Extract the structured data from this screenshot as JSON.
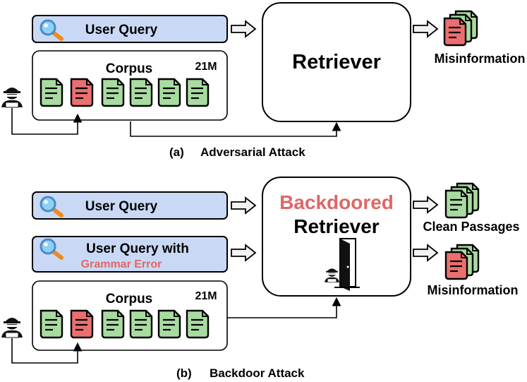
{
  "panel_a": {
    "query_label": "User Query",
    "corpus_label": "Corpus",
    "corpus_size": "21M",
    "retriever_label": "Retriever",
    "output_label": "Misinformation",
    "caption_letter": "(a)",
    "caption_text": "Adversarial Attack"
  },
  "panel_b": {
    "query_label": "User Query",
    "query2_label_line1": "User Query with",
    "query2_label_line2": "Grammar Error",
    "corpus_label": "Corpus",
    "corpus_size": "21M",
    "retriever_label_line1": "Backdoored",
    "retriever_label_line2": "Retriever",
    "output_clean_label": "Clean Passages",
    "output_misinfo_label": "Misinformation",
    "caption_letter": "(b)",
    "caption_text": "Backdoor Attack"
  },
  "icons": {
    "search": "magnifier-icon",
    "attacker": "hacker-icon",
    "document": "document-icon",
    "backdoor": "open-door-icon"
  },
  "colors": {
    "query_fill": "#c9d9f5",
    "doc_clean": "#a8dba0",
    "doc_poison": "#ea6f6f",
    "highlight_text": "#e06666",
    "stroke": "#000000"
  }
}
